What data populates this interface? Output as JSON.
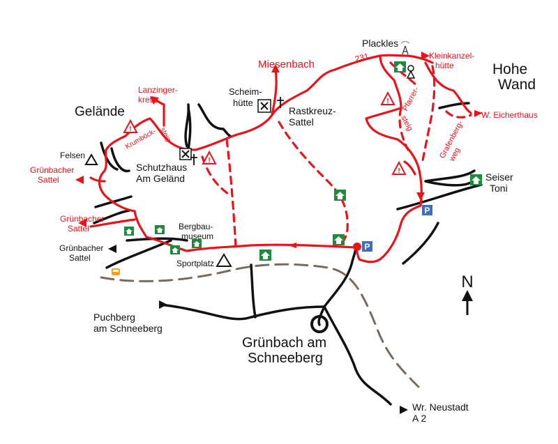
{
  "labels": {
    "gelaende": "Gelände",
    "hohe_wand_1": "Hohe",
    "hohe_wand_2": "Wand",
    "plackles": "Plackles",
    "route_231": "231",
    "miesenbach": "Miesenbach",
    "lanzinger_1": "Lanzinger-",
    "lanzinger_2": "kreuz",
    "krumbock_1": "Krumböck-",
    "krumbock_2": "steig",
    "felsen": "Felsen",
    "gruenbacher_sattel_red_1a": "Grünbacher",
    "gruenbacher_sattel_red_1b": "Sattel",
    "gruenbacher_sattel_red_2a": "Grünbacher",
    "gruenbacher_sattel_red_2b": "Sattel",
    "gruenbacher_sattel_blk_a": "Grünbacher",
    "gruenbacher_sattel_blk_b": "Sattel",
    "scheimhuette_1": "Scheim-",
    "scheimhuette_2": "hütte",
    "rastkreuz_1": "Rastkreuz-",
    "rastkreuz_2": "Sattel",
    "schutzhaus_1": "Schutzhaus",
    "schutzhaus_2": "Am Geländ",
    "kleinkanzel_1": "Kleinkanzel-",
    "kleinkanzel_2": "hütte",
    "eicherthaus": "W. Eicherthaus",
    "pfarrer_1": "Pfarrer-",
    "pfarrer_2": "steig",
    "grafenberg_1": "Grafenberg-",
    "grafenberg_2": "weg",
    "seiser_1": "Seiser",
    "seiser_2": "Toni",
    "bergbau_1": "Bergbau-",
    "bergbau_2": "museum",
    "sportplatz": "Sportplatz",
    "puchberg_1": "Puchberg",
    "puchberg_2": "am Schneeberg",
    "gruenbach_1": "Grünbach am",
    "gruenbach_2": "Schneeberg",
    "neustadt_1": "Wr. Neustadt",
    "neustadt_2": "A 2",
    "north": "N",
    "parking": "P"
  },
  "colors": {
    "trail_red": "#e8141c",
    "road_black": "#111111",
    "rail_brown": "#7a6a5e",
    "hut_green": "#1f8a3b",
    "parking_blue": "#3a6fc4"
  },
  "icons": [
    "warning-triangle-icon",
    "hut-icon",
    "restaurant-icon",
    "cross-icon",
    "summit-triangle-icon",
    "parking-icon",
    "antenna-icon",
    "north-arrow-icon",
    "bus-icon"
  ]
}
